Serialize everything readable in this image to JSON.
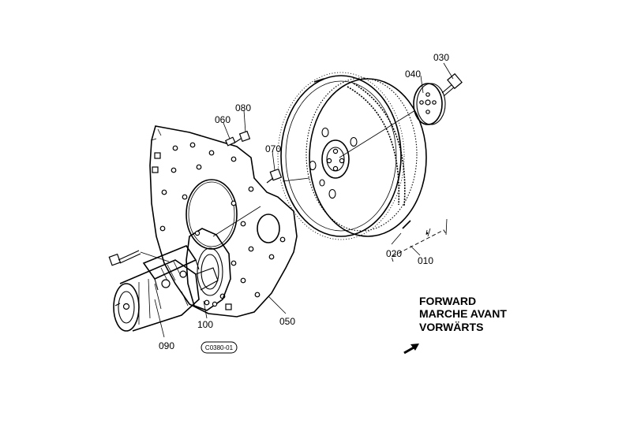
{
  "parts": {
    "p010": "010",
    "p020": "020",
    "p030": "030",
    "p040": "040",
    "p050": "050",
    "p060": "060",
    "p070": "070",
    "p080": "080",
    "p090": "090",
    "p100": "100"
  },
  "direction": {
    "line1": "FORWARD",
    "line2": "MARCHE AVANT",
    "line3": "VORWÄRTS"
  },
  "figure_code": "C0380-01",
  "icons": {
    "direction_arrow": "forward-arrow-icon"
  }
}
